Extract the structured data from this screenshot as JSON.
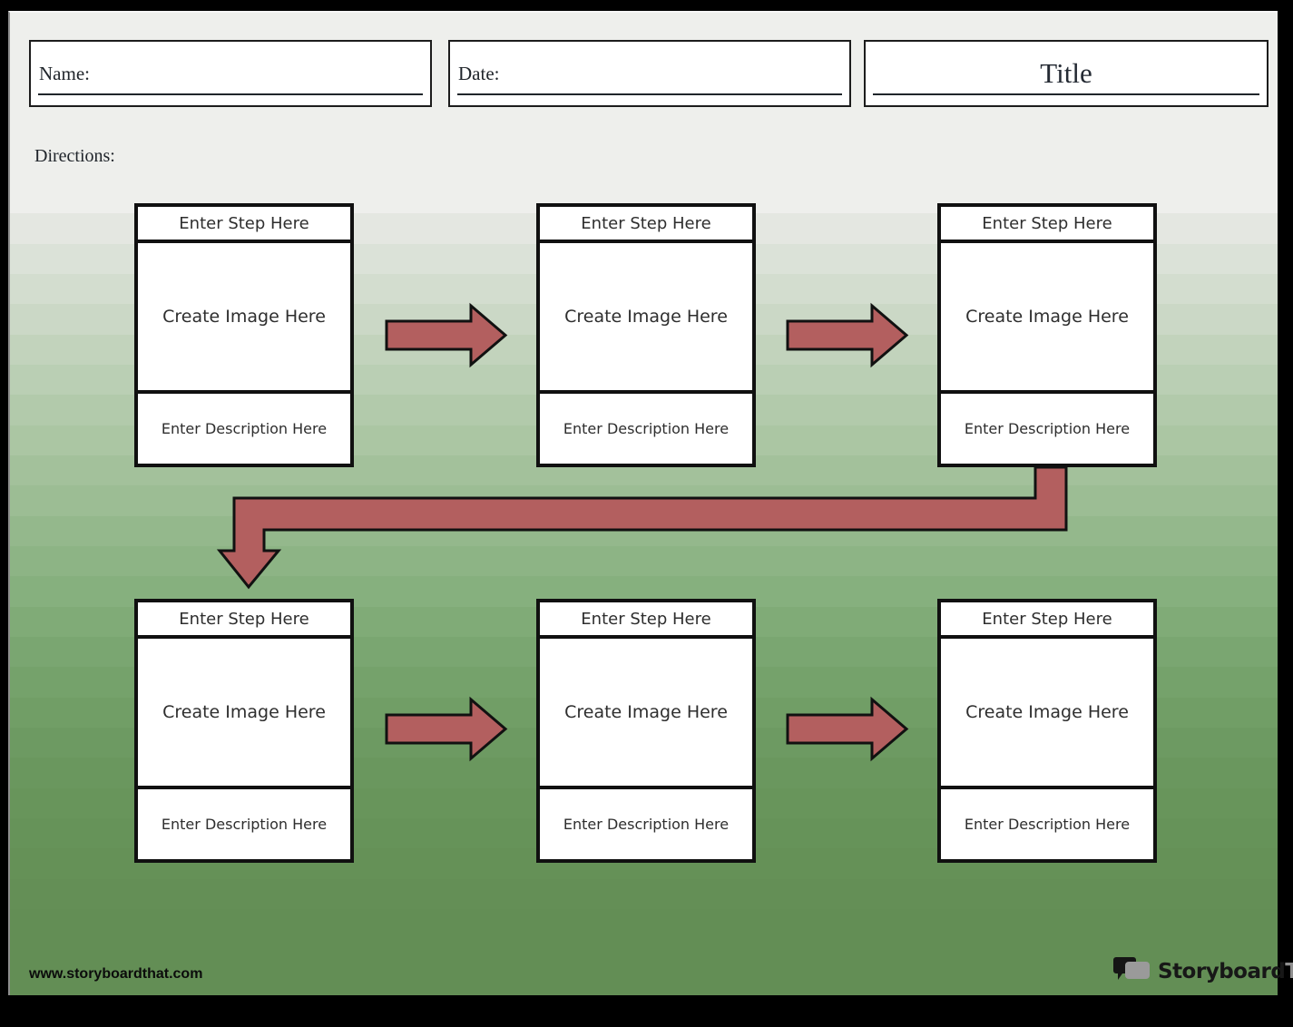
{
  "header": {
    "name_label": "Name:",
    "date_label": "Date:",
    "title": "Title"
  },
  "directions_label": "Directions:",
  "steps": [
    {
      "step_label": "Enter Step Here",
      "image_label": "Create Image Here",
      "description_label": "Enter Description Here"
    },
    {
      "step_label": "Enter Step Here",
      "image_label": "Create Image Here",
      "description_label": "Enter Description Here"
    },
    {
      "step_label": "Enter Step Here",
      "image_label": "Create Image Here",
      "description_label": "Enter Description Here"
    },
    {
      "step_label": "Enter Step Here",
      "image_label": "Create Image Here",
      "description_label": "Enter Description Here"
    },
    {
      "step_label": "Enter Step Here",
      "image_label": "Create Image Here",
      "description_label": "Enter Description Here"
    },
    {
      "step_label": "Enter Step Here",
      "image_label": "Create Image Here",
      "description_label": "Enter Description Here"
    }
  ],
  "footer": {
    "website": "www.storyboardthat.com",
    "logo_primary": "Storyboard",
    "logo_secondary": "That"
  },
  "colors": {
    "arrow_fill": "#b35f5f",
    "arrow_outline": "#111111",
    "page_gradient_top": "#eeefec",
    "page_gradient_bottom": "#638e55"
  }
}
